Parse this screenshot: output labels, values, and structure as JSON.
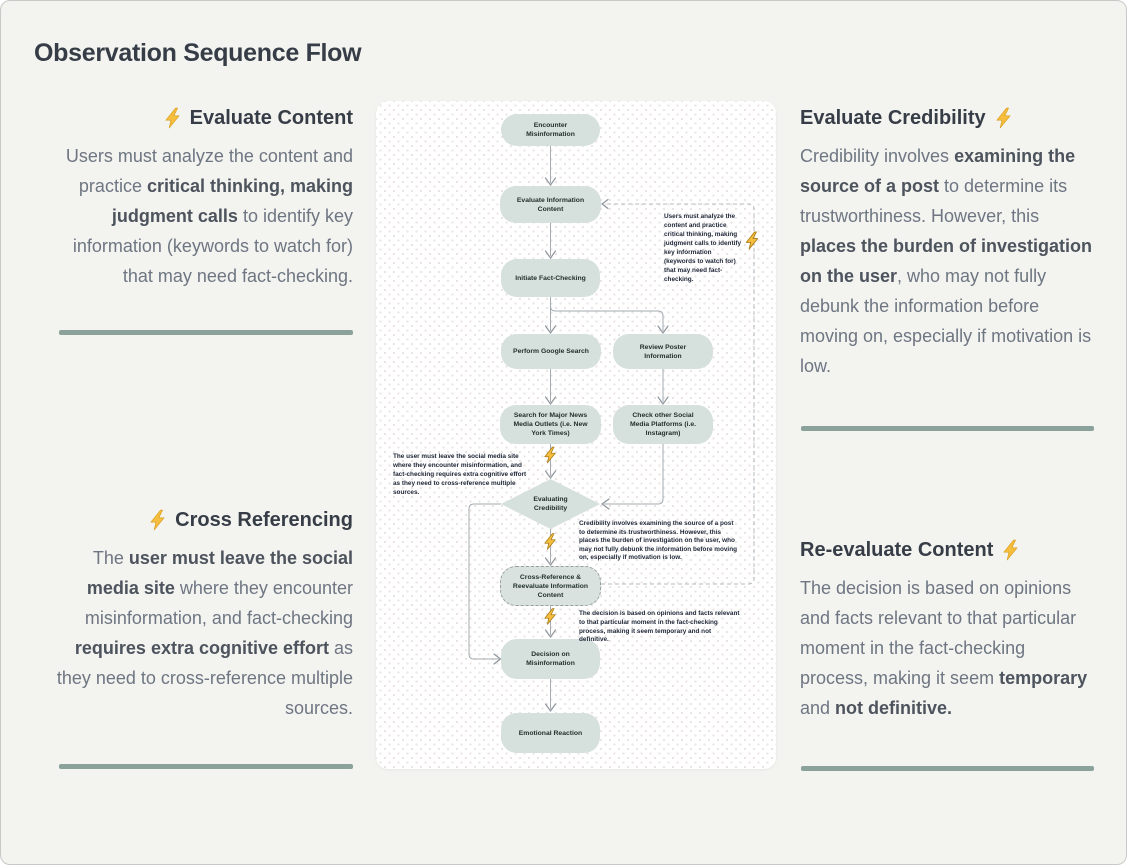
{
  "page": {
    "title": "Observation Sequence Flow"
  },
  "colors": {
    "divider_accent": "#8AA29A",
    "node_fill": "#D6E0DC",
    "bolt_gold": "#F6BE3E",
    "panel_background": "#FFFFFF",
    "page_background": "#F3F3F0"
  },
  "notes": [
    {
      "id": "evaluate-content",
      "title": "Evaluate Content",
      "bolt_side": "left",
      "body": [
        {
          "t": "Users must analyze the content and practice "
        },
        {
          "t": "critical thinking, making judgment calls",
          "b": true
        },
        {
          "t": " to identify key information (keywords to watch for) that may need fact-checking."
        }
      ]
    },
    {
      "id": "cross-referencing",
      "title": "Cross Referencing",
      "bolt_side": "left",
      "body": [
        {
          "t": "The "
        },
        {
          "t": "user must leave the social media site",
          "b": true
        },
        {
          "t": " where they encounter misinformation, and fact-checking "
        },
        {
          "t": "requires extra cognitive effort",
          "b": true
        },
        {
          "t": " as they need to cross-reference multiple sources."
        }
      ]
    },
    {
      "id": "evaluate-credibility",
      "title": "Evaluate Credibility",
      "bolt_side": "right",
      "body": [
        {
          "t": "Credibility involves "
        },
        {
          "t": "examining the source of a post",
          "b": true
        },
        {
          "t": " to determine its trustworthiness. However, this "
        },
        {
          "t": "places the burden of investigation on the user",
          "b": true
        },
        {
          "t": ", who may not fully debunk the information before moving on, especially if motivation is low."
        }
      ]
    },
    {
      "id": "re-evaluate-content",
      "title": "Re-evaluate Content",
      "bolt_side": "right",
      "body": [
        {
          "t": "The decision is based on opinions and facts relevant to that particular moment in the fact-checking process, making it seem "
        },
        {
          "t": "temporary",
          "b": true
        },
        {
          "t": " and "
        },
        {
          "t": "not definitive.",
          "b": true
        }
      ]
    }
  ],
  "flowchart": {
    "nodes": [
      {
        "id": "encounter-misinformation",
        "label": "Encounter Misinformation",
        "shape": "rounded"
      },
      {
        "id": "evaluate-information-content",
        "label": "Evaluate Information Content",
        "shape": "rounded"
      },
      {
        "id": "initiate-fact-checking",
        "label": "Initiate Fact-Checking",
        "shape": "rounded"
      },
      {
        "id": "perform-google-search",
        "label": "Perform Google Search",
        "shape": "rounded"
      },
      {
        "id": "review-poster-information",
        "label": "Review Poster Information",
        "shape": "rounded"
      },
      {
        "id": "search-major-news-outlets",
        "label": "Search for Major News Media Outlets (i.e. New York Times)",
        "shape": "rounded"
      },
      {
        "id": "check-other-social-media",
        "label": "Check other Social Media Platforms (i.e. Instagram)",
        "shape": "rounded"
      },
      {
        "id": "evaluating-credibility",
        "label": "Evaluating Credibility",
        "shape": "diamond"
      },
      {
        "id": "cross-reference-reevaluate",
        "label": "Cross-Reference & Reevaluate Information Content",
        "shape": "dashed-rounded"
      },
      {
        "id": "decision-on-misinformation",
        "label": "Decision on Misinformation",
        "shape": "rounded"
      },
      {
        "id": "emotional-reaction",
        "label": "Emotional Reaction",
        "shape": "rounded"
      }
    ],
    "annotations": [
      {
        "id": "analyze-note",
        "text": "Users must analyze the content and practice critical thinking, making judgment calls to identify key information (keywords to watch for) that may need fact-checking."
      },
      {
        "id": "leave-site-note",
        "text": "The user must leave the social media site where they encounter misinformation, and fact-checking requires extra cognitive effort as they need to cross-reference multiple sources."
      },
      {
        "id": "credibility-note",
        "text": "Credibility involves examining the source of a post to determine its trustworthiness. However, this places the burden of investigation on the user, who may not fully debunk the information before moving on, especially if motivation is low."
      },
      {
        "id": "decision-note",
        "text": "The decision is based on opinions and facts relevant to that particular moment in the fact-checking process, making it seem temporary and not definitive."
      }
    ]
  }
}
